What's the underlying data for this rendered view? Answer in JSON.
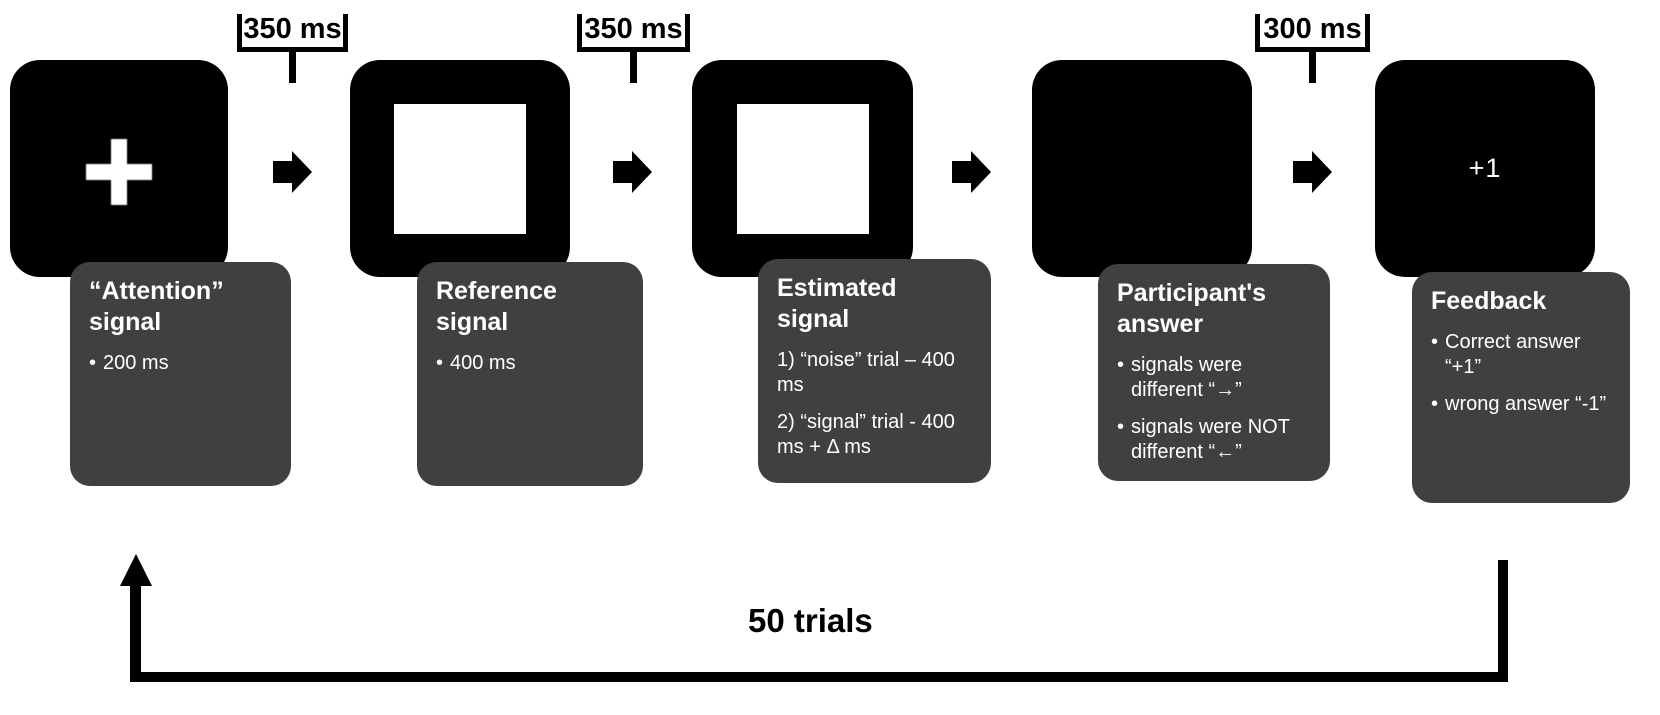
{
  "bullet_char": "•",
  "colors": {
    "screen_bg": "#000000",
    "screen_fg": "#ffffff",
    "callout_bg": "#404040",
    "callout_text": "#ffffff",
    "arrow": "#000000",
    "canvas_bg": "#ffffff",
    "label_text": "#000000"
  },
  "transitions": [
    {
      "duration": "350 ms"
    },
    {
      "duration": "350 ms"
    },
    {
      "duration": null
    },
    {
      "duration": "300 ms"
    }
  ],
  "stages": [
    {
      "screen_icon": "fixation-cross",
      "callout": {
        "title": "“Attention” signal",
        "items": [
          {
            "marker": "•",
            "text": "200 ms"
          }
        ]
      }
    },
    {
      "screen_icon": "white-square",
      "callout": {
        "title": "Reference signal",
        "items": [
          {
            "marker": "•",
            "text": "400 ms"
          }
        ]
      }
    },
    {
      "screen_icon": "white-square",
      "callout": {
        "title": "Estimated signal",
        "items": [
          {
            "marker": "",
            "text": "1) “noise” trial – 400 ms"
          },
          {
            "marker": "",
            "text": "2) “signal” trial - 400 ms + Δ ms"
          }
        ]
      }
    },
    {
      "screen_icon": "blank",
      "callout": {
        "title": "Participant's answer",
        "items": [
          {
            "marker": "•",
            "text": "signals were different “→”"
          },
          {
            "marker": "•",
            "text": "signals were NOT different “←”"
          }
        ]
      }
    },
    {
      "screen_icon": "feedback-score",
      "screen_text": "+1",
      "callout": {
        "title": "Feedback",
        "items": [
          {
            "marker": "•",
            "text": "Correct answer “+1”"
          },
          {
            "marker": "•",
            "text": "wrong answer “-1”"
          }
        ]
      }
    }
  ],
  "loop": {
    "label": "50 trials"
  }
}
